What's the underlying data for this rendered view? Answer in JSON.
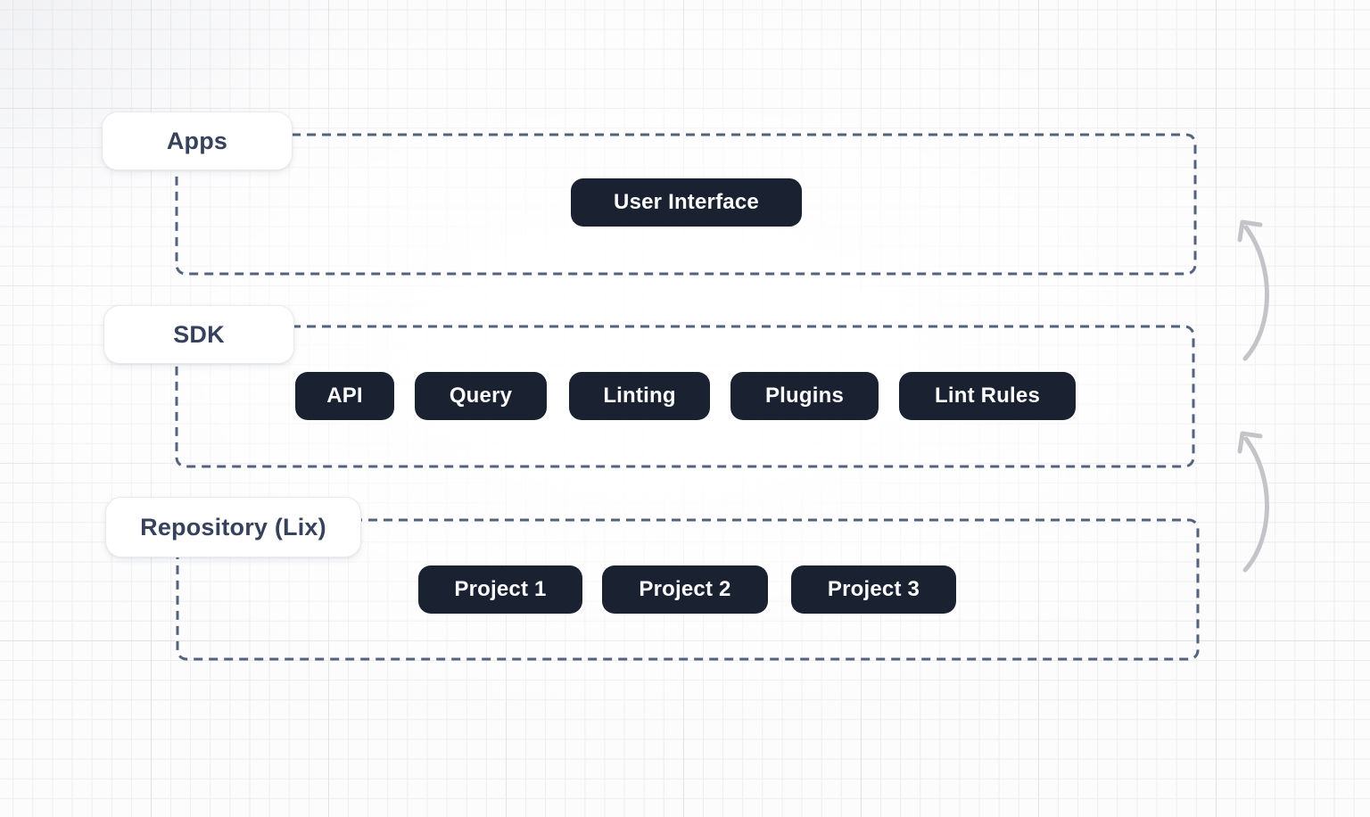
{
  "diagram": {
    "title": "Architecture layers diagram",
    "colors": {
      "canvas_bg": "#fcfcfd",
      "grid_minor": "#ededef",
      "grid_major": "#e3e3e7",
      "frame_dash": "#53637e",
      "node_bg": "#1a2232",
      "node_text": "#fbfbfd",
      "label_bg": "#ffffff",
      "label_text": "#36425b",
      "arrow": "#c4c4c8"
    },
    "layers": [
      {
        "id": "apps",
        "label": "Apps",
        "items": [
          {
            "text": "User Interface"
          }
        ]
      },
      {
        "id": "sdk",
        "label": "SDK",
        "items": [
          {
            "text": "API"
          },
          {
            "text": "Query"
          },
          {
            "text": "Linting"
          },
          {
            "text": "Plugins"
          },
          {
            "text": "Lint Rules"
          }
        ]
      },
      {
        "id": "repository",
        "label": "Repository (Lix)",
        "items": [
          {
            "text": "Project 1"
          },
          {
            "text": "Project 2"
          },
          {
            "text": "Project 3"
          }
        ]
      }
    ],
    "arrows": [
      {
        "icon": "curved-up-arrow-icon",
        "from": "sdk",
        "to": "apps"
      },
      {
        "icon": "curved-up-arrow-icon",
        "from": "repository",
        "to": "sdk"
      }
    ]
  }
}
